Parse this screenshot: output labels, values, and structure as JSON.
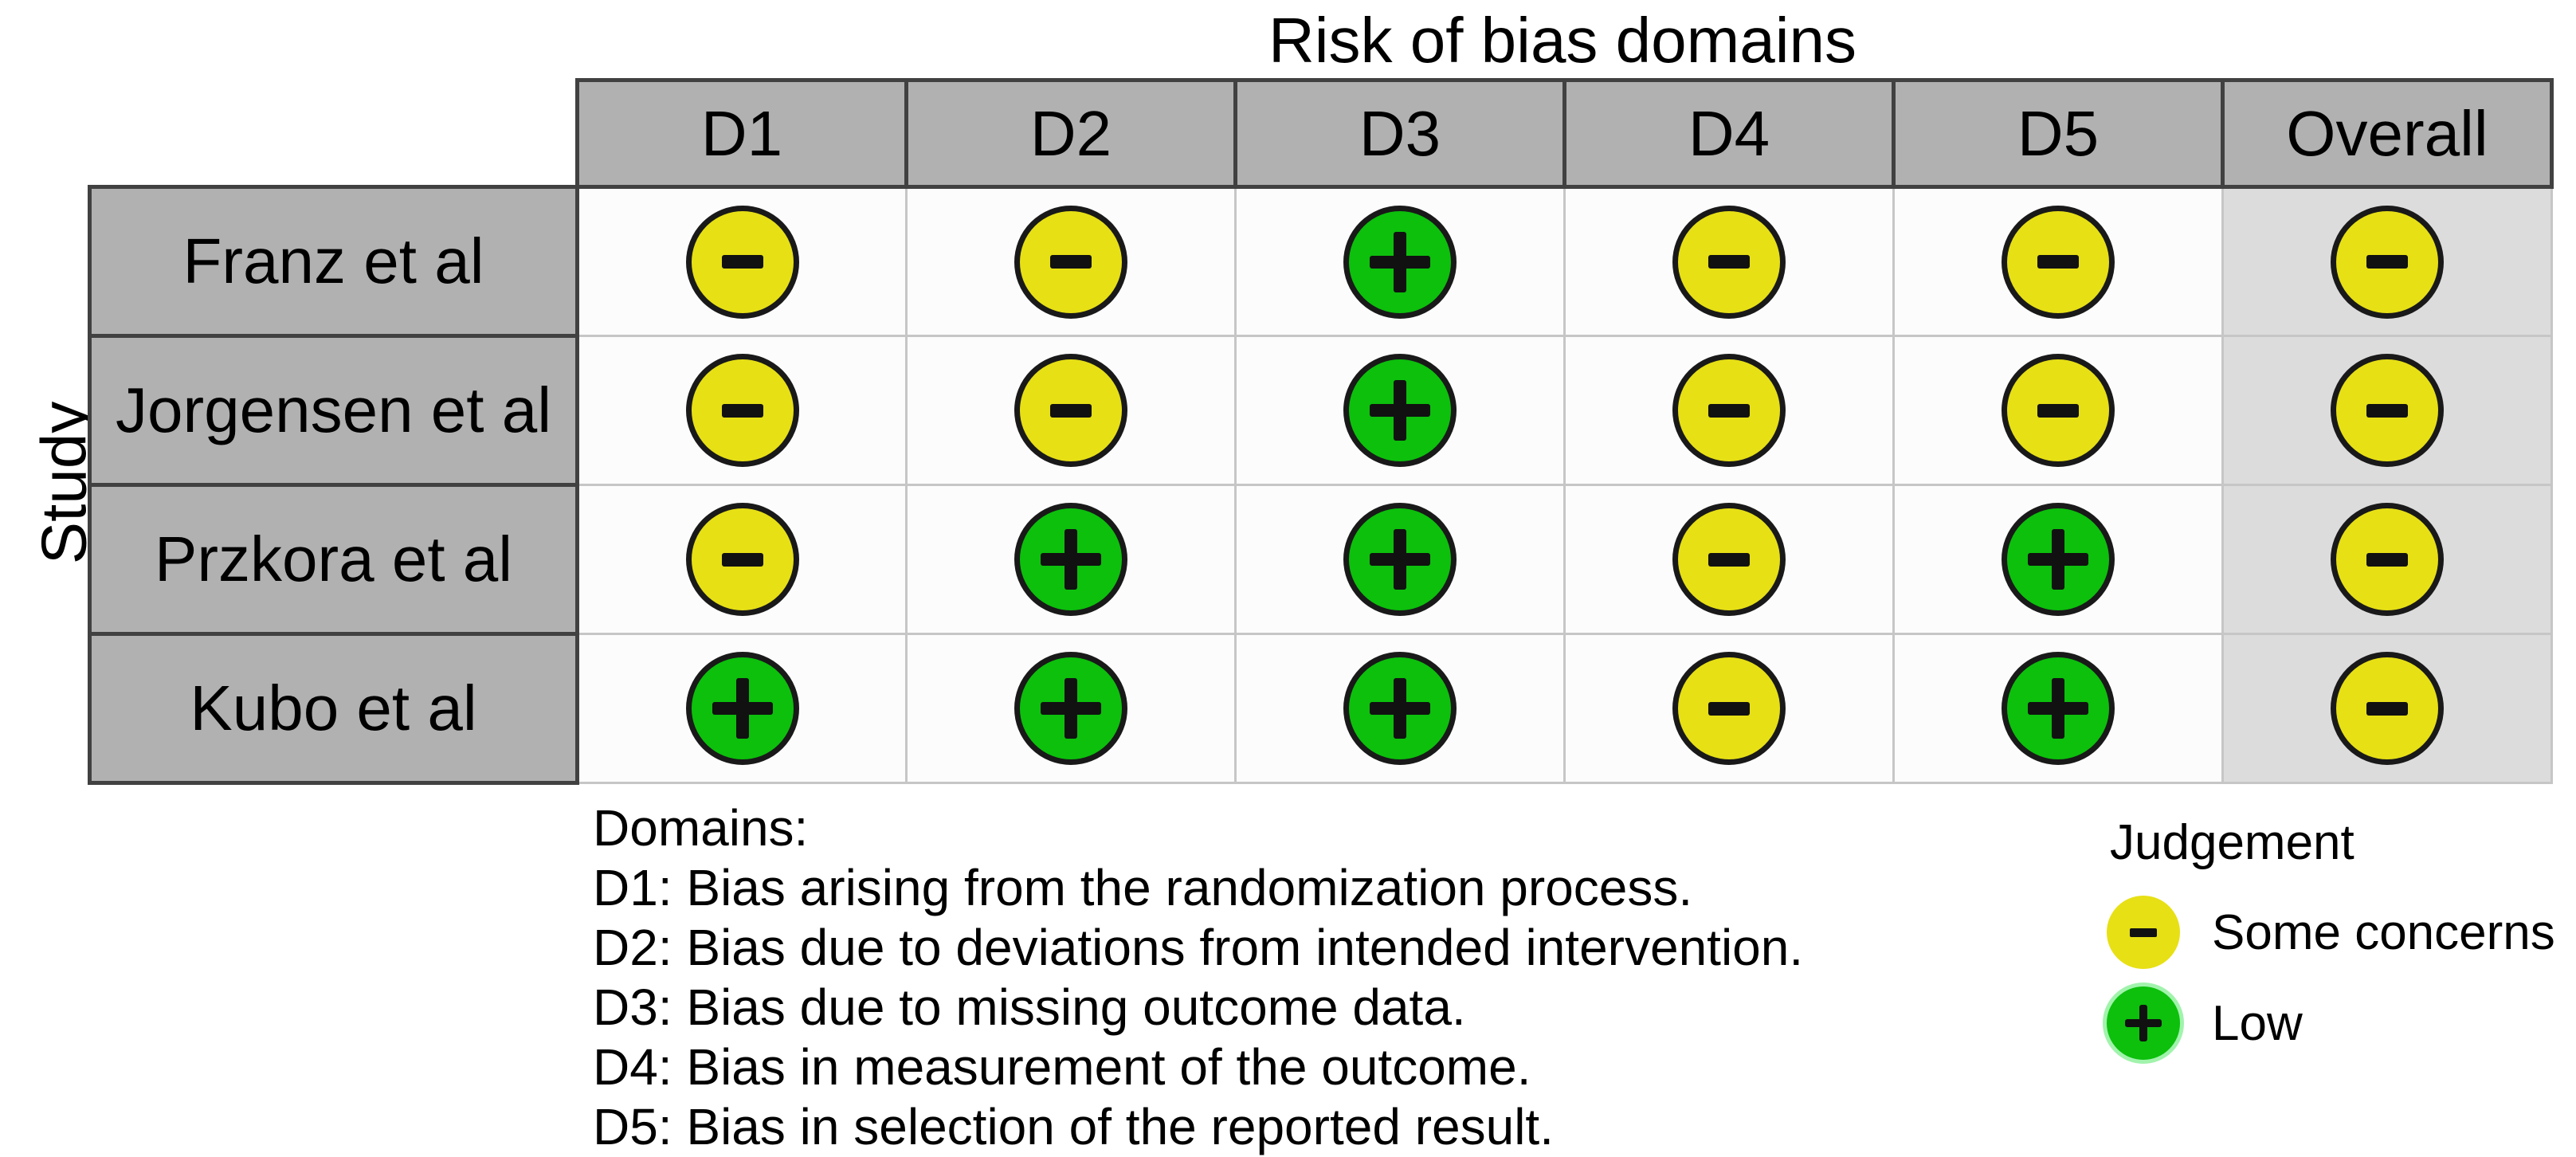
{
  "chart_data": {
    "type": "heatmap",
    "title": "Risk of bias domains",
    "y_axis_label": "Study",
    "x_categories": [
      "D1",
      "D2",
      "D3",
      "D4",
      "D5",
      "Overall"
    ],
    "y_categories": [
      "Franz et al",
      "Jorgensen et al",
      "Przkora et al",
      "Kubo et al"
    ],
    "values": [
      [
        "some-concerns",
        "some-concerns",
        "low",
        "some-concerns",
        "some-concerns",
        "some-concerns"
      ],
      [
        "some-concerns",
        "some-concerns",
        "low",
        "some-concerns",
        "some-concerns",
        "some-concerns"
      ],
      [
        "some-concerns",
        "low",
        "low",
        "some-concerns",
        "low",
        "some-concerns"
      ],
      [
        "low",
        "low",
        "low",
        "some-concerns",
        "low",
        "some-concerns"
      ]
    ],
    "judgement_labels": {
      "low": "Low",
      "some-concerns": "Some concerns"
    },
    "judgement_symbols": {
      "low": "+",
      "some-concerns": "-"
    },
    "judgement_colors": {
      "low": "#0cc00c",
      "some-concerns": "#e7e015"
    },
    "header_bg_color": "#b1b1b1",
    "overall_column_bg_color": "#dcdcdc",
    "legend_position": "bottom-right",
    "grid": true,
    "legend": {
      "title": "Judgement",
      "entries": [
        {
          "judgement": "some-concerns",
          "symbol": "-",
          "label": "Some concerns",
          "color": "#e7e015"
        },
        {
          "judgement": "low",
          "symbol": "+",
          "label": "Low",
          "color": "#0cc00c"
        }
      ]
    },
    "footnotes": {
      "heading": "Domains:",
      "lines": [
        "D1: Bias arising from the randomization process.",
        "D2: Bias due to deviations from intended intervention.",
        "D3: Bias due to missing outcome data.",
        "D4: Bias in measurement of the outcome.",
        "D5: Bias in selection of the reported result."
      ]
    }
  }
}
